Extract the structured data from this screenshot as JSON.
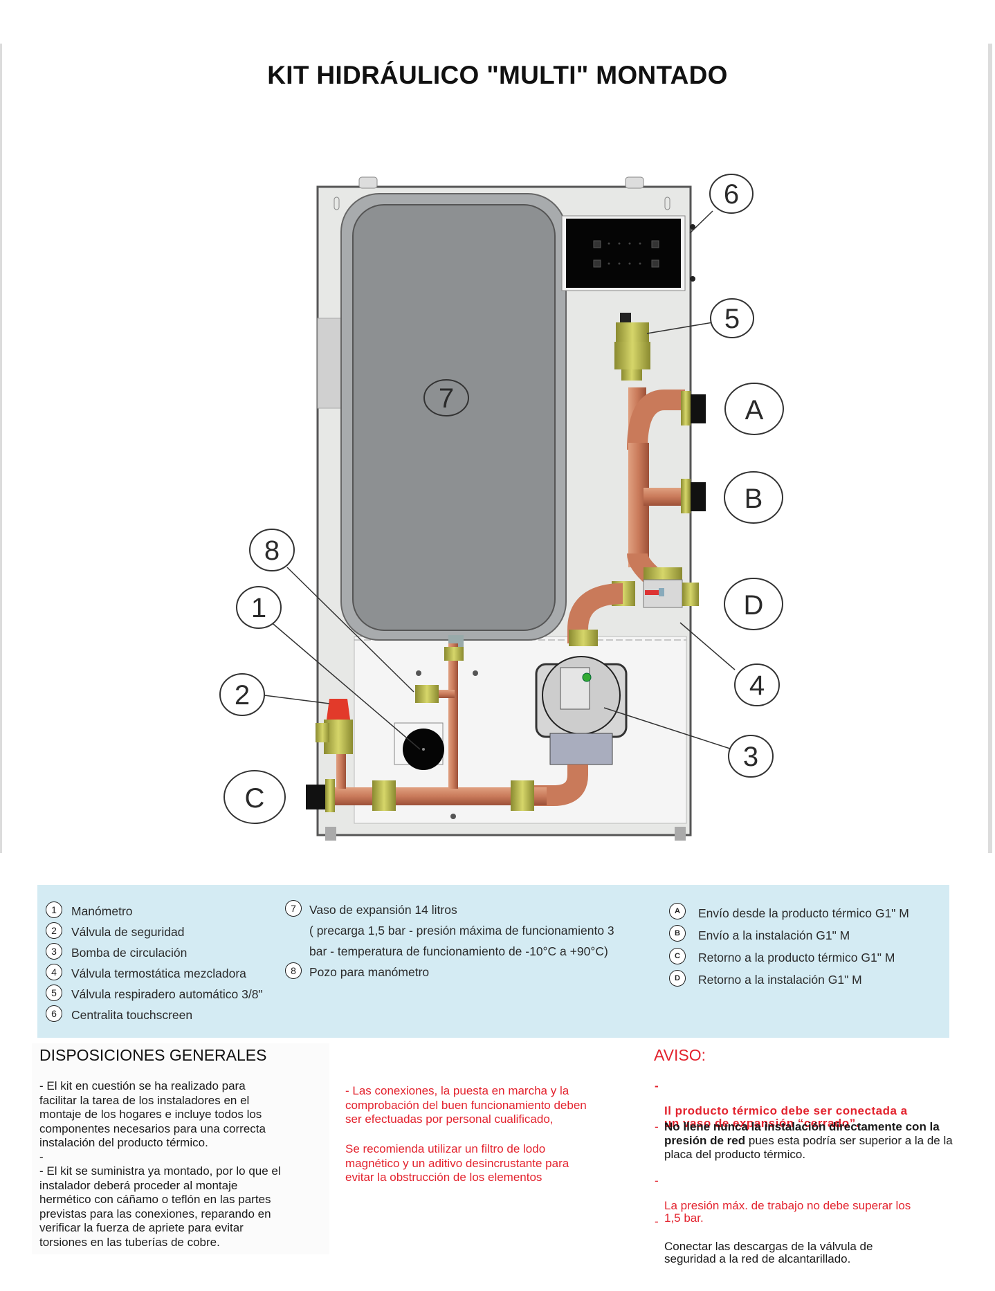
{
  "document": {
    "title": "KIT HIDRÁULICO \"MULTI\" MONTADO"
  },
  "diagram": {
    "callouts": {
      "c1": "1",
      "c2": "2",
      "c3": "3",
      "c4": "4",
      "c5": "5",
      "c6": "6",
      "c7": "7",
      "c8": "8",
      "cA": "A",
      "cB": "B",
      "cC": "C",
      "cD": "D"
    },
    "colors": {
      "panel": "#e6e8e6",
      "vessel": "#8d9092",
      "copper": "#c97a5a",
      "brass": "#bfbf4a",
      "control_panel": "#000000",
      "safety_valve_cap": "#e23a2a"
    }
  },
  "legend": {
    "numbered": [
      {
        "badge": "1",
        "label": "Manómetro"
      },
      {
        "badge": "2",
        "label": "Válvula de seguridad"
      },
      {
        "badge": "3",
        "label": "Bomba de circulación"
      },
      {
        "badge": "4",
        "label": "Válvula termostática mezcladora"
      },
      {
        "badge": "5",
        "label": "Válvula respiradero automático 3/8\""
      },
      {
        "badge": "6",
        "label": "Centralita touchscreen"
      }
    ],
    "vessel": {
      "badge": "7",
      "line1": "Vaso de expansión 14 litros",
      "line2": "( precarga 1,5 bar - presión máxima de funcionamiento 3",
      "line3": "bar - temperatura de funcionamiento de -10°C a +90°C)"
    },
    "well": {
      "badge": "8",
      "label": "Pozo para manómetro"
    },
    "connections": [
      {
        "badge": "A",
        "label": "Envío desde la producto térmico G1\" M"
      },
      {
        "badge": "B",
        "label": "Envío a la instalación G1\" M"
      },
      {
        "badge": "C",
        "label": "Retorno a la producto térmico G1\" M"
      },
      {
        "badge": "D",
        "label": "Retorno a la instalación G1\" M"
      }
    ]
  },
  "general": {
    "heading": "DISPOSICIONES GENERALES",
    "paragraph1": "- El kit en cuestión se ha realizado para\nfacilitar la tarea de los instaladores en el\nmontaje de los hogares e incluye todos los\ncomponentes necesarios para una correcta\ninstalación del producto térmico.\n-",
    "paragraph2": "- El kit se suministra ya montado, por lo que el\ninstalador deberá proceder al montaje\nhermético con cáñamo o teflón en las partes\nprevistas para las conexiones, reparando en\nverificar la fuerza de apriete para evitar\ntorsiones en las tuberías de cobre.",
    "red_paragraph1": "- Las conexiones, la puesta en marcha y la\ncomprobación del buen funcionamiento deben\nser efectuadas por personal cualificado,",
    "red_paragraph2": "Se recomienda utilizar un filtro de lodo\nmagnético y un aditivo desincrustante para\nevitar la obstrucción de los elementos"
  },
  "warning": {
    "heading": "AVISO:",
    "bullet_dash": "-",
    "item1": "Il producto térmico debe ser conectada a\nun vaso de expansión “cerrado”.",
    "item2_bold": "No llene nunca la instalación directamente con la presión de red",
    "item2_rest": " pues esta podría ser superior a la de la placa del producto térmico.",
    "item3": "La presión máx. de trabajo no debe superar los\n1,5 bar.",
    "item4": "Conectar las descargas de la válvula de\nseguridad a la red de alcantarillado."
  }
}
